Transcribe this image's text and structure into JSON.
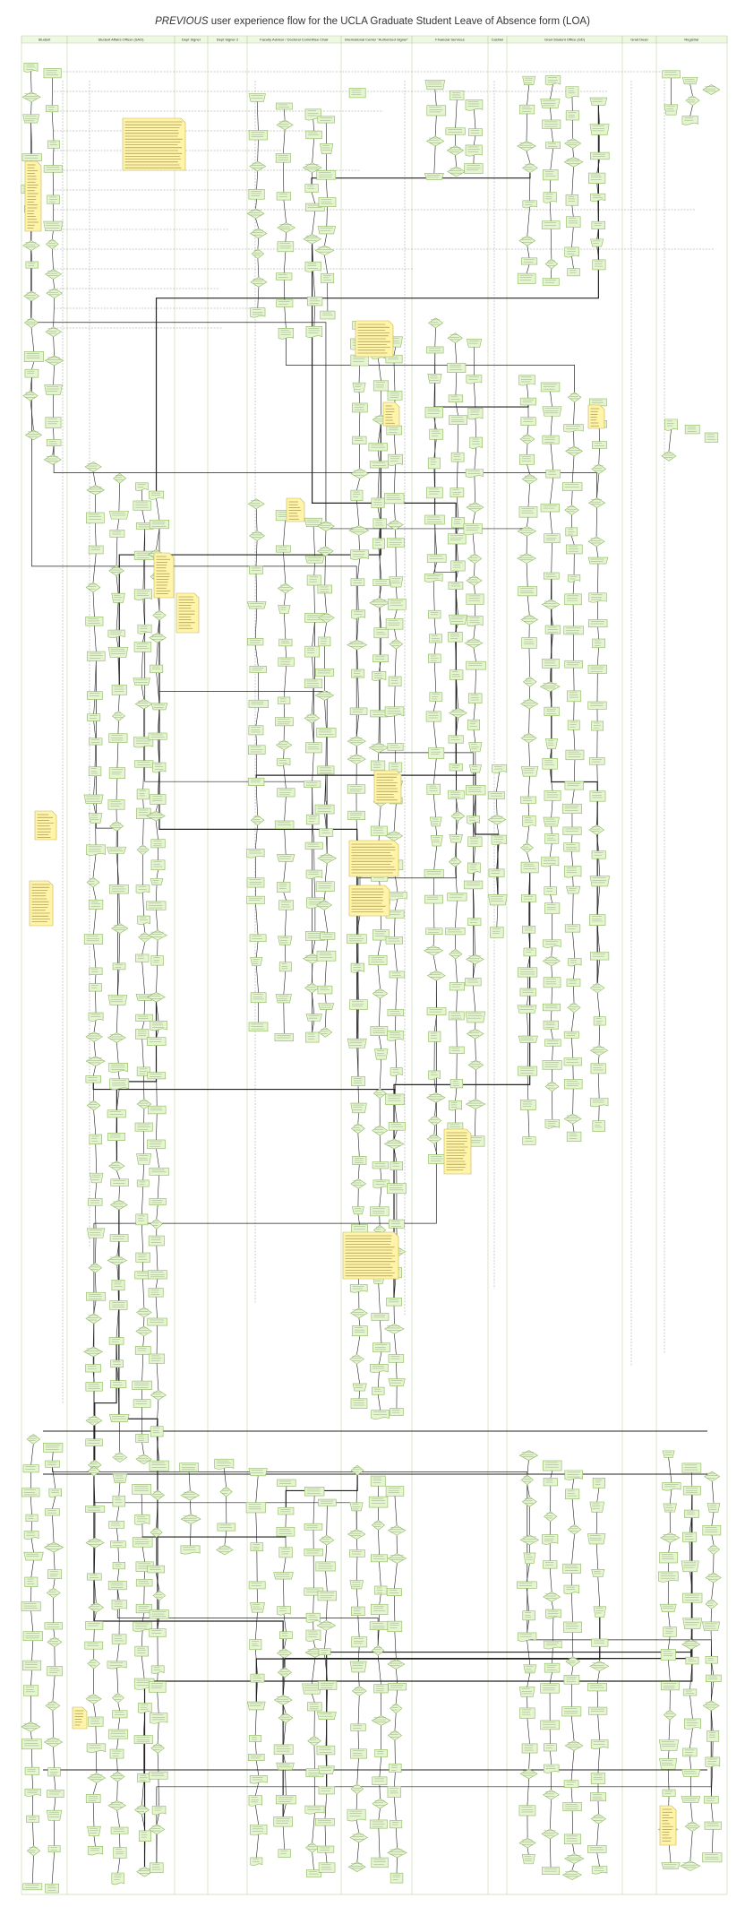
{
  "title": {
    "emphasis": "PREVIOUS",
    "rest": " user experience flow for the UCLA Graduate Student Leave of Absence form (LOA)"
  },
  "lanes": [
    "Student",
    "Student Affairs Officer (SAO)",
    "Dept Signer",
    "Dept Signer 2",
    "Faculty Advisor / Doctoral Committee Chair",
    "International Center \"Authorized Signer\"",
    "Financial Services",
    "Cashier",
    "Grad Student Office (GD)",
    "Grad Dean",
    "Registrar"
  ],
  "colors": {
    "node_fill": "#e4f5cf",
    "node_stroke": "#8cb85c",
    "note_fill": "#fff4a8",
    "note_stroke": "#c8b456",
    "lane_line": "#c9d9b3",
    "header_fill": "#eef8e2",
    "edge": "#222222",
    "dashed_edge": "#9a9a9a"
  }
}
